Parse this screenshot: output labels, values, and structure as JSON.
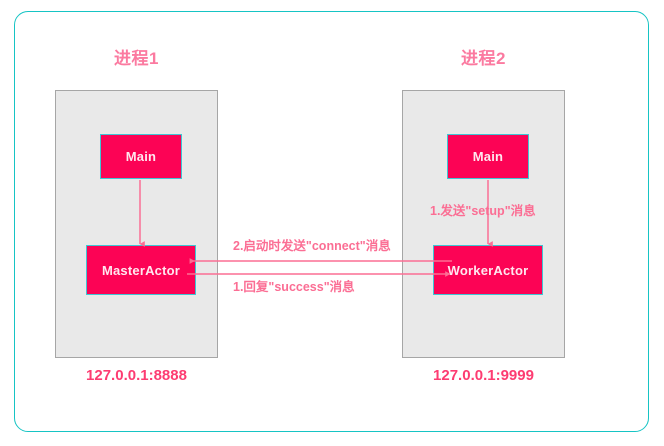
{
  "diagram": {
    "frame": {
      "name": "diagram-frame",
      "border_color": "#16c4c4"
    },
    "palette": {
      "node_fill": "#fc0355",
      "node_border": "#3fc6d4",
      "node_text": "#ffe7ef",
      "process_box_fill": "#e9e9e9",
      "process_box_border": "#a6a6a6",
      "title_pink": "#fb7aa0",
      "address_pink": "#fd3c72",
      "arrow_pink": "#fb6e94",
      "frame_teal": "#16c4c4"
    },
    "processes": [
      {
        "title": "进程1",
        "address": "127.0.0.1:8888",
        "nodes": [
          {
            "label": "Main",
            "role": "main"
          },
          {
            "label": "MasterActor",
            "role": "actor"
          }
        ]
      },
      {
        "title": "进程2",
        "address": "127.0.0.1:9999",
        "nodes": [
          {
            "label": "Main",
            "role": "main"
          },
          {
            "label": "WorkerActor",
            "role": "actor"
          }
        ]
      }
    ],
    "arrows": [
      {
        "name": "arrow-main1-to-masteractor",
        "label": "",
        "direction": "down",
        "from": "Main (进程1)",
        "to": "MasterActor"
      },
      {
        "name": "arrow-main2-to-workeractor",
        "label": "1.发送\"setup\"消息",
        "direction": "down",
        "from": "Main (进程2)",
        "to": "WorkerActor"
      },
      {
        "name": "arrow-workeractor-to-masteractor",
        "label": "2.启动时发送\"connect\"消息",
        "direction": "left",
        "from": "WorkerActor",
        "to": "MasterActor"
      },
      {
        "name": "arrow-masteractor-to-workeractor",
        "label": "1.回复\"success\"消息",
        "direction": "right",
        "from": "MasterActor",
        "to": "WorkerActor"
      }
    ]
  }
}
